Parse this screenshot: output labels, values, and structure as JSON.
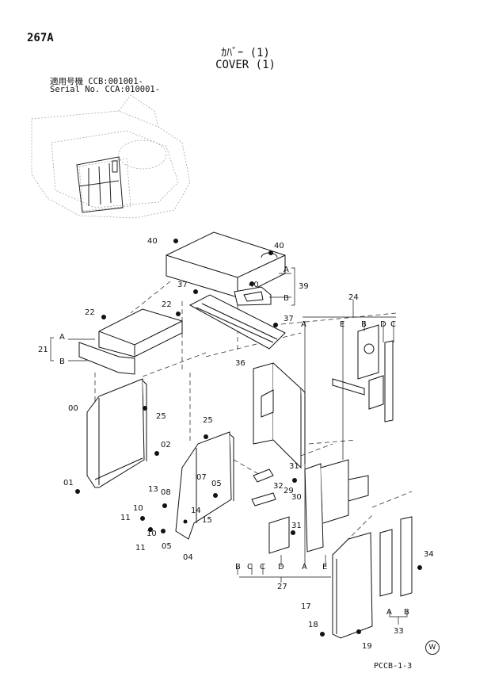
{
  "header": {
    "page_number": "267A",
    "title_jp": "ｶﾊﾞｰ (1)",
    "title_en": "COVER (1)",
    "serial_line_1": "適用号機  CCB:001001-",
    "serial_line_2": "Serial No. CCA:010001-"
  },
  "footer": {
    "code": "PCCB-1-3",
    "brand_mark": "W"
  },
  "labels": {
    "c00": "00",
    "c01": "01",
    "c02": "02",
    "c04": "04",
    "c05a": "05",
    "c05b": "05",
    "c07": "07",
    "c08": "08",
    "c10a": "10",
    "c10b": "10",
    "c11a": "11",
    "c11b": "11",
    "c13": "13",
    "c14": "14",
    "c15": "15",
    "c17": "17",
    "c18": "18",
    "c19": "19",
    "c21": "21",
    "c21a": "A",
    "c21b": "B",
    "c22a": "22",
    "c22b": "22",
    "c24": "24",
    "c24a": "A",
    "c24e": "E",
    "c24b": "B",
    "c24d": "D",
    "c24c": "C",
    "c25a": "25",
    "c25b": "25",
    "c27": "27",
    "c27b": "B",
    "c27c1": "C",
    "c27c2": "C",
    "c27d": "D",
    "c27a": "A",
    "c27e": "E",
    "c29": "29",
    "c30": "30",
    "c31a": "31",
    "c31b": "31",
    "c32": "32",
    "c33": "33",
    "c33a": "A",
    "c33b": "B",
    "c34": "34",
    "c36": "36",
    "c37a": "37",
    "c37b": "37",
    "c39": "39",
    "c39a": "A",
    "c39b": "B",
    "c40a": "40",
    "c40b": "40",
    "c40c": "40"
  }
}
